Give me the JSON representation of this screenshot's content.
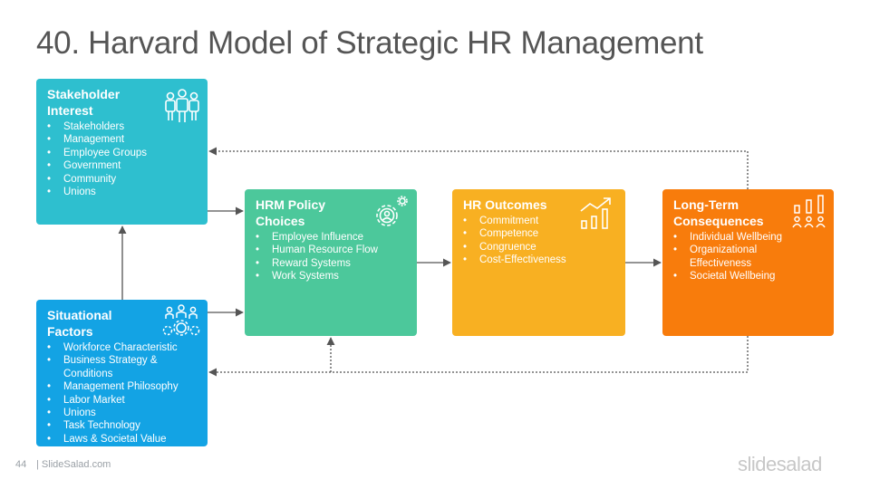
{
  "title": "40. Harvard Model of Strategic HR Management",
  "boxes": {
    "stakeholder": {
      "title": "Stakeholder Interest",
      "items": [
        "Stakeholders",
        "Management",
        "Employee Groups",
        "Government",
        "Community",
        "Unions"
      ],
      "icon": "people-icon",
      "color": "#2ebfcf"
    },
    "situational": {
      "title": "Situational Factors",
      "items": [
        "Workforce Characteristic",
        "Business Strategy & Conditions",
        "Management Philosophy",
        "Labor Market",
        "Unions",
        "Task Technology",
        "Laws & Societal Value"
      ],
      "icon": "team-gears-icon",
      "color": "#13a3e4"
    },
    "hrm": {
      "title": "HRM Policy Choices",
      "items": [
        "Employee Influence",
        "Human Resource Flow",
        "Reward Systems",
        "Work Systems"
      ],
      "icon": "gear-person-icon",
      "color": "#4cc89b"
    },
    "outcomes": {
      "title": "HR Outcomes",
      "items": [
        "Commitment",
        "Competence",
        "Congruence",
        "Cost-Effectiveness"
      ],
      "icon": "growth-chart-icon",
      "color": "#f8b022"
    },
    "longterm": {
      "title": "Long-Term Consequences",
      "items": [
        "Individual Wellbeing",
        "Organizational Effectiveness",
        "Societal Wellbeing"
      ],
      "icon": "people-bars-icon",
      "color": "#f87c0c"
    }
  },
  "footer": {
    "page": "44",
    "site": "| SlideSalad.com",
    "brand": "slidesalad"
  }
}
